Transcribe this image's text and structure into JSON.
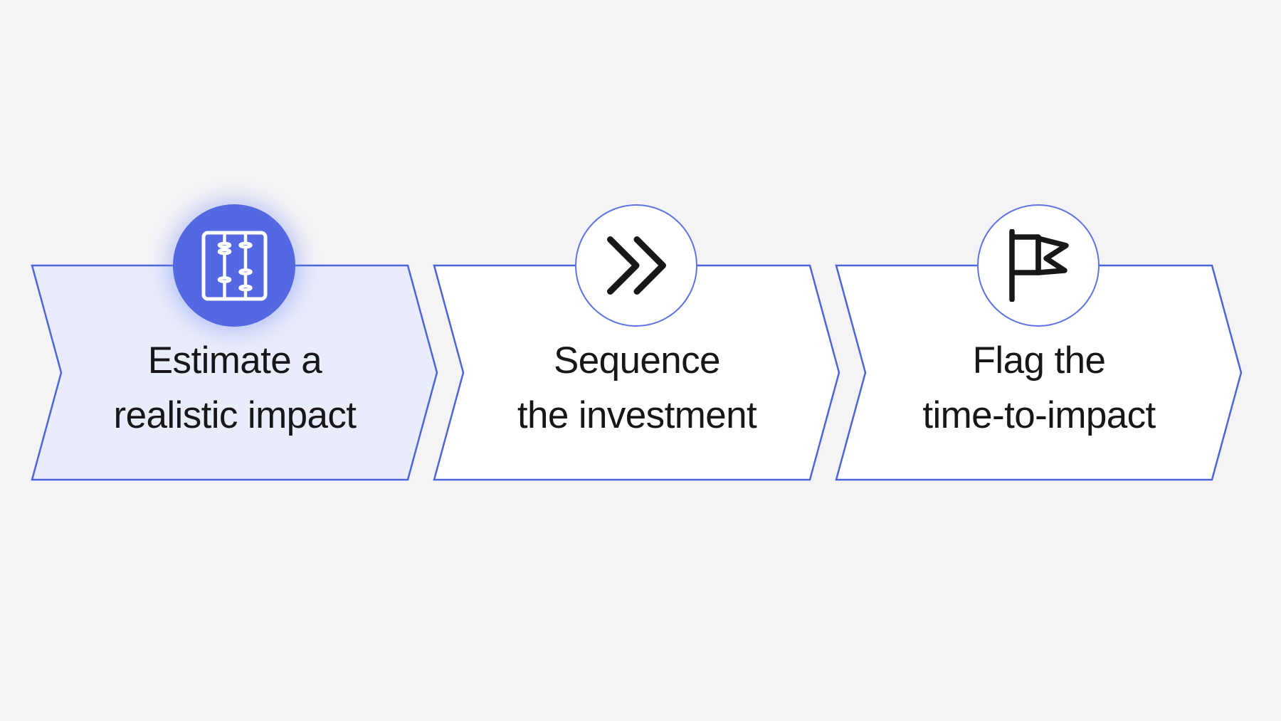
{
  "diagram": {
    "kind": "process-steps",
    "steps": [
      {
        "name": "estimate-impact",
        "title_line1": "Estimate a",
        "title_line2": "realistic impact",
        "icon": "abacus-icon",
        "state": "highlighted"
      },
      {
        "name": "sequence-investment",
        "title_line1": "Sequence",
        "title_line2": "the investment",
        "icon": "fast-forward-icon",
        "state": "default"
      },
      {
        "name": "flag-time-to-impact",
        "title_line1": "Flag the",
        "title_line2": "time-to-impact",
        "icon": "flag-icon",
        "state": "default"
      }
    ]
  },
  "colors": {
    "background": "#f4f4f6",
    "banner_border": "#4c65d9",
    "banner_fill": "#ffffff",
    "banner_fill_active": "#e9ecfb",
    "circle_fill": "#ffffff",
    "circle_border": "#5d74e4",
    "circle_fill_active": "#5468e2",
    "icon_light": "#ffffff",
    "icon_dark": "#17171a",
    "text": "#17171a"
  }
}
